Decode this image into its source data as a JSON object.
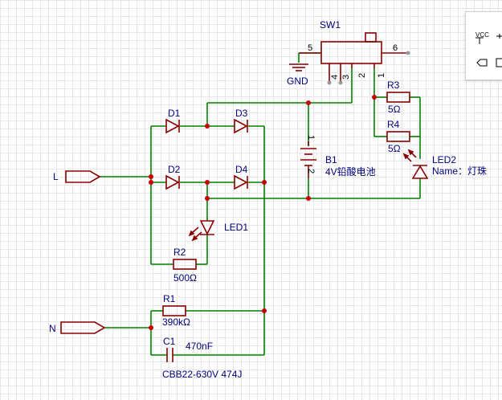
{
  "labels": {
    "sw1": "SW1",
    "sw1_pin5": "5",
    "sw1_pin6": "6",
    "sw1_pin4": "4",
    "sw1_pin3": "3",
    "sw1_pin2": "2",
    "sw1_pin1": "1",
    "gnd": "GND",
    "d1": "D1",
    "d2": "D2",
    "d3": "D3",
    "d4": "D4",
    "b1": "B1",
    "b1_value": "4V铅酸电池",
    "b1_pin1": "1",
    "b1_pin2": "2",
    "r3": "R3",
    "r3_value": "5Ω",
    "r4": "R4",
    "r4_value": "5Ω",
    "led2": "LED2",
    "led2_name": "Name：灯珠",
    "l_port": "L",
    "n_port": "N",
    "led1": "LED1",
    "r2": "R2",
    "r2_value": "500Ω",
    "r1": "R1",
    "r1_value": "390kΩ",
    "c1": "C1",
    "c1_value": "470nF",
    "c1_model": "CBB22-630V 474J"
  },
  "toolbox": {
    "vcc_text": "VCC",
    "items": [
      "vcc-icon",
      "ground-icon",
      "port-icon",
      "box-icon"
    ]
  },
  "colors": {
    "wire": "#008000",
    "component": "#8b0000",
    "junction": "#cc0000",
    "label": "#000080",
    "grid": "#e6e6e6"
  }
}
